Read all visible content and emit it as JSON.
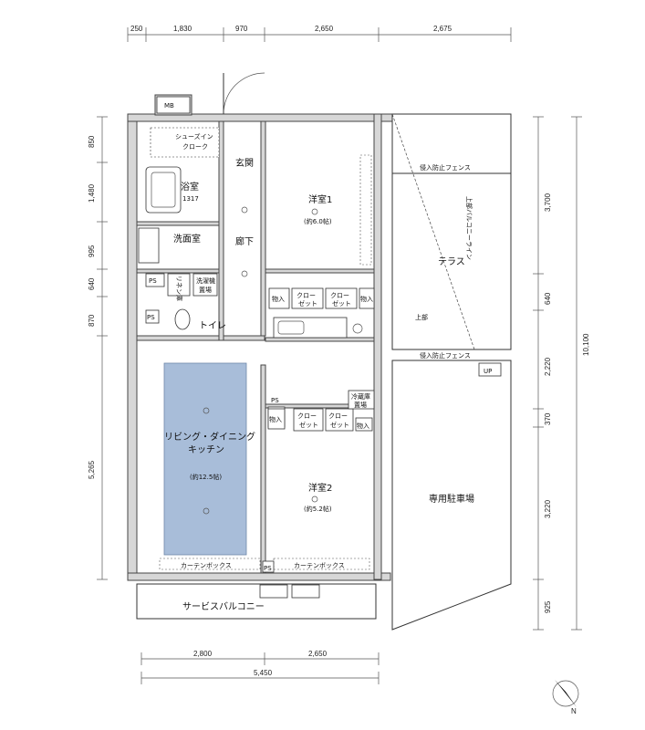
{
  "dimensions": {
    "top": [
      "250",
      "1,830",
      "970",
      "2,650",
      "2,675"
    ],
    "left": [
      "850",
      "1,480",
      "995",
      "640",
      "870",
      "5,265"
    ],
    "right": [
      "3,700",
      "640",
      "2,220",
      "10,100",
      "370",
      "3,220",
      "925"
    ],
    "bottom_inner": [
      "2,800",
      "2,650"
    ],
    "bottom_total": "5,450"
  },
  "rooms": {
    "mb": "MB",
    "shoes_closet": "シューズイン\nクローク",
    "entrance": "玄関",
    "bath": "浴室",
    "bath_size": "1317",
    "washroom": "洗面室",
    "hallway": "廊下",
    "toilet": "トイレ",
    "linen": "リネン庫",
    "laundry": "洗濯機\n置場",
    "western1": "洋室1",
    "western1_size": "(約6.0帖)",
    "western2": "洋室2",
    "western2_size": "(約5.2帖)",
    "ldk_line1": "リビング・ダイニング",
    "ldk_line2": "キッチン",
    "ldk_size": "(約12.5帖)",
    "terrace": "テラス",
    "parking": "専用駐車場",
    "service_balcony": "サービスバルコニー",
    "storage": "物入",
    "closet": "クロー\nゼット",
    "fridge": "冷蔵庫\n置場",
    "curtain_box": "カーテンボックス",
    "fence": "侵入防止フェンス",
    "upper_balcony": "上部バルコニーライン",
    "ps": "PS",
    "up": "UP",
    "upper": "上部"
  },
  "compass": "N",
  "colors": {
    "ldk_fill": "#a8bdd9",
    "wall": "#d7d7d7"
  }
}
